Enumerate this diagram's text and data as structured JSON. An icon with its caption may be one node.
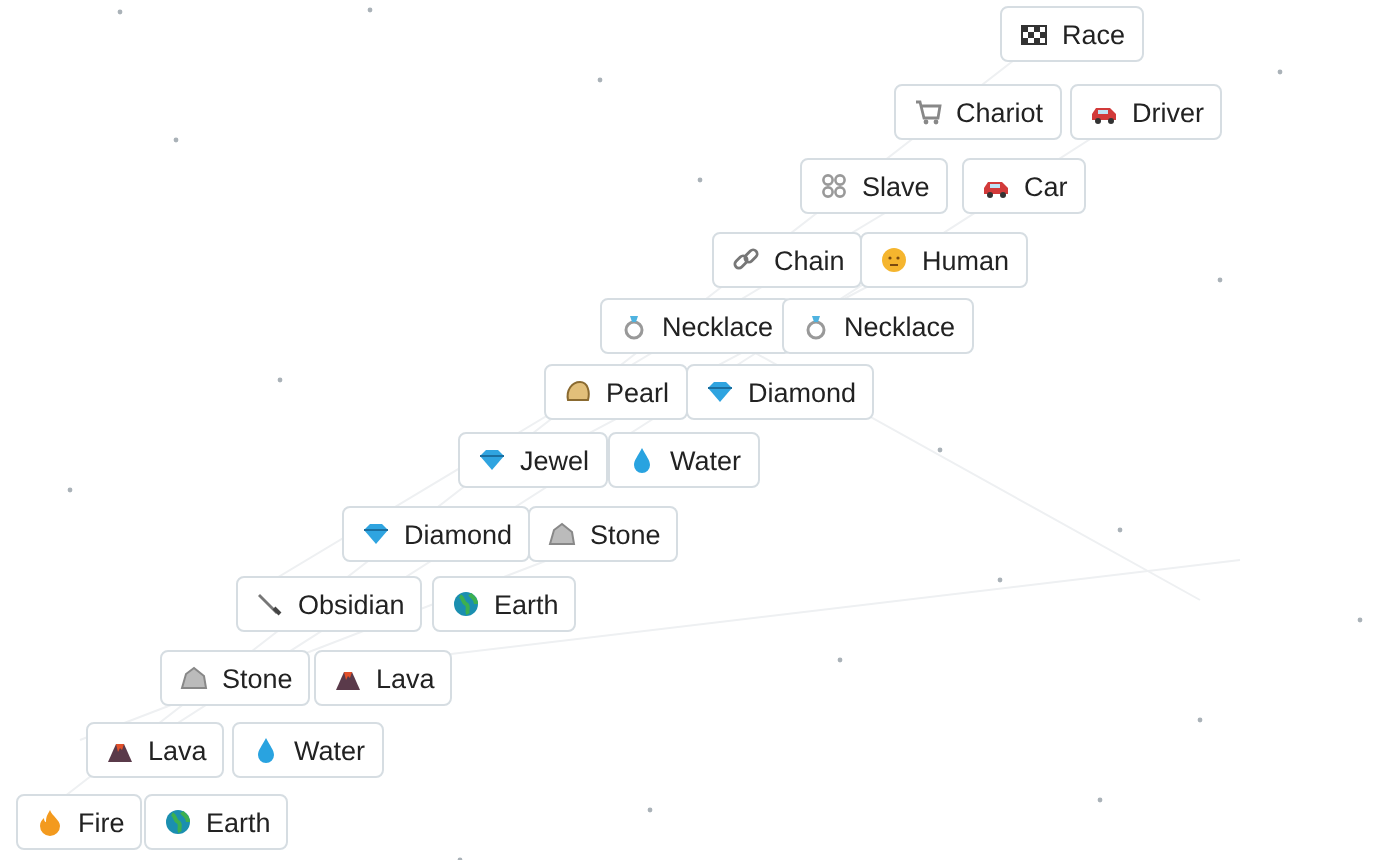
{
  "diagram": {
    "nodes": [
      {
        "text": [
          "Race"
        ]
      },
      {
        "text": [
          "Chariot"
        ]
      },
      {
        "text": [
          "Driver"
        ]
      },
      {
        "text": [
          "Slave"
        ]
      },
      {
        "text": [
          "Car"
        ]
      },
      {
        "text": [
          "Chain"
        ]
      },
      {
        "text": [
          "Human"
        ]
      },
      {
        "text": [
          "Necklace"
        ]
      },
      {
        "text": [
          "Necklace"
        ]
      },
      {
        "text": [
          "Pearl"
        ]
      },
      {
        "text": [
          "Diamond"
        ]
      },
      {
        "text": [
          "Jewel"
        ]
      },
      {
        "text": [
          "Water"
        ]
      },
      {
        "text": [
          "Diamond"
        ]
      },
      {
        "text": [
          "Stone"
        ]
      },
      {
        "text": [
          "Obsidian"
        ]
      },
      {
        "text": [
          "Earth"
        ]
      },
      {
        "text": [
          "Stone"
        ]
      },
      {
        "text": [
          "Lava"
        ]
      },
      {
        "text": [
          "Lava"
        ]
      },
      {
        "text": [
          "Water"
        ]
      },
      {
        "text": [
          "Fire"
        ]
      },
      {
        "text": [
          "Earth"
        ]
      }
    ]
  }
}
